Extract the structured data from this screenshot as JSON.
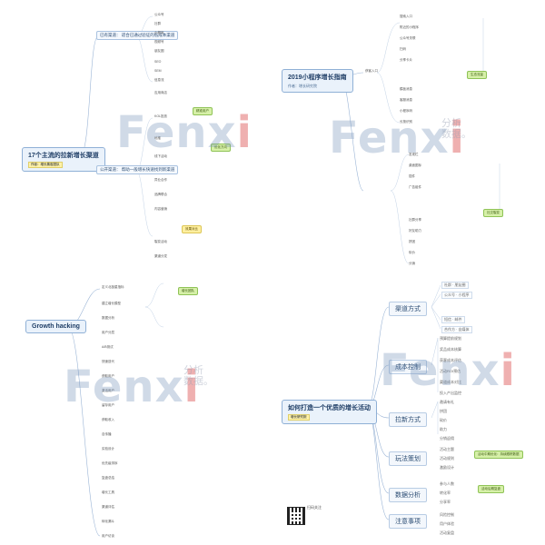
{
  "watermark": {
    "text": "Fenx",
    "sub_top": "分析",
    "sub_bottom": "数据。"
  },
  "panel1": {
    "root_title": "17个主流的拉新增长渠道",
    "root_tag": "作者：增长黑客团队",
    "branch_a": "已有渠道：\n适合已通过验证的低成本渠道",
    "branch_b": "公开渠道：\n帮助一般增长快速找到新渠道",
    "highlights": [
      "精准用户",
      "优化方向",
      "效果对比"
    ],
    "items": [
      "公众号",
      "社群",
      "小程序",
      "视频号",
      "朋友圈",
      "SEO",
      "SEM",
      "信息流",
      "应用商店",
      "KOL投放",
      "地推",
      "线下活动",
      "异业合作",
      "品牌联合",
      "内容营销",
      "裂变活动",
      "渠道分发"
    ]
  },
  "panel2": {
    "root_title": "2019小程序增长指南",
    "root_sub": "作者：增长研究院",
    "left_branch": "获客入口",
    "right_tag": "生态流量",
    "right_tag_b": "社交裂变",
    "items": [
      "搜索入口",
      "附近的小程序",
      "公众号关联",
      "扫码",
      "分享卡片",
      "模板消息",
      "客服消息",
      "小程序码",
      "长按识别",
      "发现栏",
      "桌面图标",
      "插件",
      "广告组件",
      "社群分享",
      "好友助力",
      "拼团",
      "砍价",
      "分销"
    ]
  },
  "panel3": {
    "root_title": "Growth hacking",
    "highlight": "增长团队",
    "items": [
      "定义北极星指标",
      "建立增长模型",
      "数据分析",
      "用户分层",
      "A/B测试",
      "快速迭代",
      "获取用户",
      "激活用户",
      "留存用户",
      "获取收入",
      "自传播",
      "实验设计",
      "优先级排序",
      "复盘总结",
      "增长工具",
      "渠道评估",
      "转化漏斗",
      "用户访谈"
    ]
  },
  "panel4": {
    "root_title": "如何打造一个优质的增长活动",
    "root_tag": "增长研究院",
    "qr_label": "扫码关注",
    "sections": [
      {
        "label": "渠道方式",
        "items": [
          "社群 · 朋友圈",
          "公众号 · 小程序",
          "短信 · 邮件",
          "合作方 · 自媒体"
        ]
      },
      {
        "label": "成本控制",
        "items": [
          "预算提前规划",
          "奖品成本核算",
          "获客成本评估",
          "活动ROI预估",
          "渠道成本对比",
          "投入产出监控"
        ]
      },
      {
        "label": "拉新方式",
        "items": [
          "邀请有礼",
          "拼团",
          "砍价",
          "助力",
          "分销返佣"
        ]
      },
      {
        "label": "玩法策划",
        "items": [
          "活动主题",
          "活动规则",
          "激励设计"
        ]
      },
      {
        "label": "数据分析",
        "items": [
          "参与人数",
          "转化率",
          "分享率"
        ]
      },
      {
        "label": "注意事项",
        "items": [
          "风险控制",
          "用户体验",
          "活动复盘"
        ]
      }
    ],
    "callouts": [
      "活动中期优化：持续跟踪数据",
      "活动后期复盘"
    ]
  }
}
